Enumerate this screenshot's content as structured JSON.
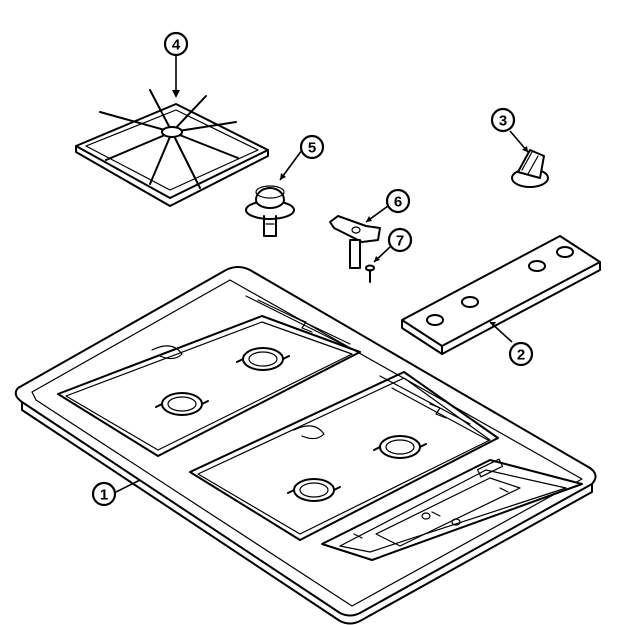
{
  "callouts": [
    {
      "id": "1",
      "label": "1"
    },
    {
      "id": "2",
      "label": "2"
    },
    {
      "id": "3",
      "label": "3"
    },
    {
      "id": "4",
      "label": "4"
    },
    {
      "id": "5",
      "label": "5"
    },
    {
      "id": "6",
      "label": "6"
    },
    {
      "id": "7",
      "label": "7"
    }
  ],
  "parts": {
    "p1": "cooktop",
    "p2": "control-panel",
    "p3": "knob",
    "p4": "burner-grate",
    "p5": "burner-head",
    "p6": "igniter",
    "p7": "screw"
  }
}
